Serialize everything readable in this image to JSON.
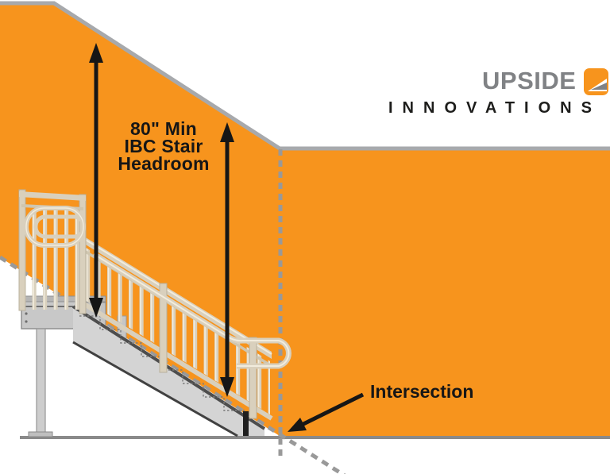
{
  "title": "IBC stair headroom diagram",
  "colors": {
    "accent_orange": "#F7941D",
    "edge_gray": "#A7A9AC",
    "ground_gray": "#8A8A8A",
    "dash_gray": "#999999",
    "ink_black": "#161616",
    "logo_gray": "#808285",
    "tagline_black": "#1D1D1B",
    "rail_tan": "#D9D0BD",
    "rail_highlight": "#F2ECDD",
    "stringer_gray": "#D4D4D4"
  },
  "diagram": {
    "headroom_label": {
      "line1": "80\" Min",
      "line2": "IBC Stair",
      "line3": "Headroom"
    },
    "intersection_label": "Intersection",
    "icons": {
      "measurement_arrows": "double-headed-vertical-arrow",
      "pointer": "diagonal-arrow",
      "headroom_plane_edge": "dashed-diagonal-line",
      "wall_fold": "dotted-vertical-line"
    }
  },
  "logo": {
    "wordmark": "UPSIDE",
    "tagline": "INNOVATIONS",
    "icon": "orange-flag-arrow-icon"
  }
}
